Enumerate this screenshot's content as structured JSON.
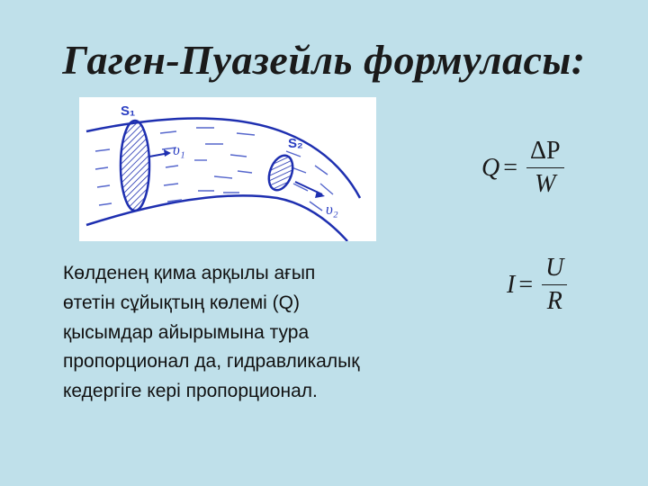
{
  "title": "Гаген-Пуазейль формуласы:",
  "figure": {
    "labels": {
      "s1": "S₁",
      "s2": "S₂",
      "v1": "υ₁",
      "v2": "υ₂"
    }
  },
  "body": {
    "lines": [
      "Көлденең қима арқылы ағып",
      "өтетін сұйықтың көлемі (Q)",
      "қысымдар айырымына тура",
      "пропорционал да, гидравликалық",
      "кедергіге кері пропорционал."
    ]
  },
  "formulas": {
    "flow": {
      "lhs": "Q",
      "eq": "=",
      "numerator": "ΔP",
      "denominator": "W"
    },
    "ohm": {
      "lhs": "I",
      "eq": "=",
      "numerator": "U",
      "denominator": "R"
    }
  }
}
